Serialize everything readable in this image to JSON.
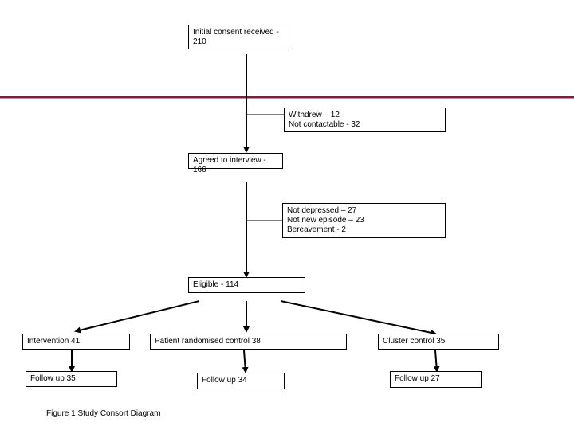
{
  "colors": {
    "rule": "#7a1f3d",
    "line": "#000000"
  },
  "boxes": {
    "consent": "Initial consent received -\n210",
    "excluded_1": "Withdrew – 12\nNot contactable - 32",
    "interview": "Agreed to interview - 166",
    "excluded_2": "Not depressed – 27\nNot new episode – 23\nBereavement - 2",
    "eligible": "Eligible - 114",
    "intervention": "Intervention  41",
    "randomised_control": "Patient randomised control 38",
    "cluster_control": "Cluster control 35",
    "followup_intervention": "Follow up 35",
    "followup_randomised": "Follow up 34",
    "followup_cluster": "Follow up 27"
  },
  "caption": "Figure 1 Study Consort Diagram"
}
